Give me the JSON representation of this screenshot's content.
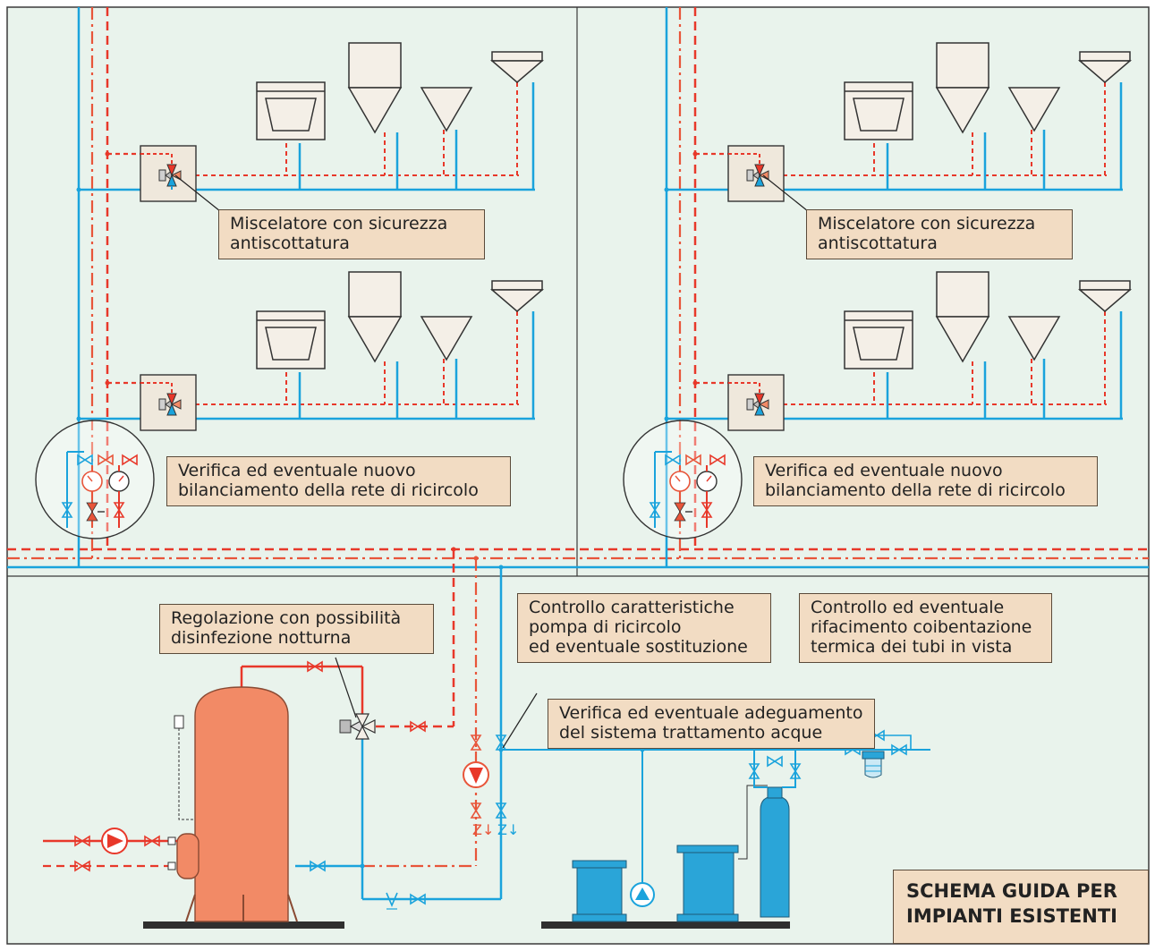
{
  "callouts": {
    "mixer_top_left": [
      "Miscelatore con sicurezza",
      "antiscottatura"
    ],
    "mixer_top_right": [
      "Miscelatore con sicurezza",
      "antiscottatura"
    ],
    "balancing_left": [
      "Verifica ed eventuale nuovo",
      "bilanciamento della rete di ricircolo"
    ],
    "balancing_right": [
      "Verifica ed eventuale nuovo",
      "bilanciamento della rete di ricircolo"
    ],
    "regulation": [
      "Regolazione con possibilità",
      "disinfezione notturna"
    ],
    "pump_check": [
      "Controllo caratteristiche",
      "pompa di ricircolo",
      "ed eventuale sostituzione"
    ],
    "insulation": [
      "Controllo ed eventuale",
      "rifacimento coibentazione",
      "termica dei tubi in vista"
    ],
    "water_treatment": [
      "Verifica ed eventuale adeguamento",
      "del sistema trattamento acque"
    ]
  },
  "title": [
    "SCHEMA GUIDA PER",
    "IMPIANTI ESISTENTI"
  ],
  "colors": {
    "background": "#e9f3ec",
    "cold_water": "#1aa3dc",
    "hot_water": "#e8382a",
    "recirculation": "#e8553a",
    "tank": "#f28a66",
    "fixture": "#f4efe7",
    "label_bg": "#f2dcc3",
    "treatment": "#2aa5d8"
  },
  "icons": [
    "mixing-valve-icon",
    "gate-valve-icon",
    "check-valve-icon",
    "pump-icon",
    "thermometer-icon",
    "filter-icon"
  ]
}
